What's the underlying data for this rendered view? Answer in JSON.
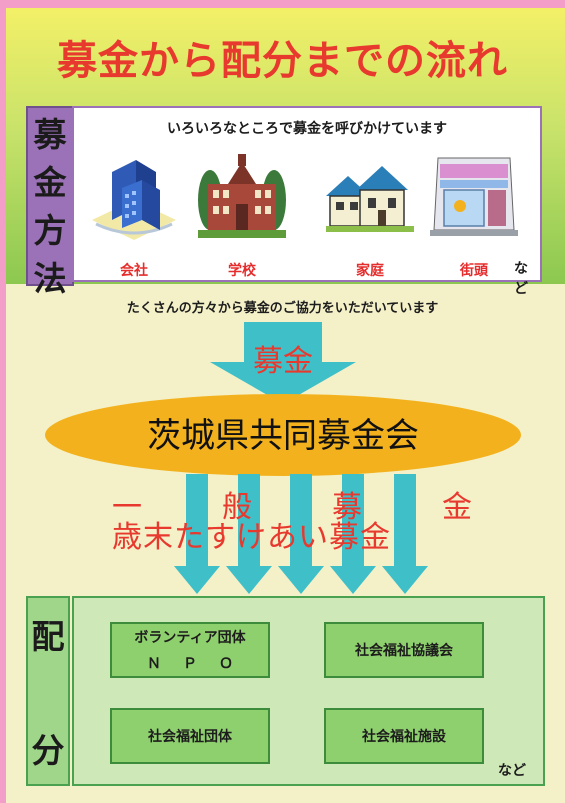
{
  "title": "募金から配分までの流れ",
  "methods": {
    "label_chars": [
      "募",
      "金",
      "方",
      "法"
    ],
    "heading": "いろいろなところで募金を呼びかけています",
    "places": [
      {
        "label": "会社",
        "icon": "office-building-icon"
      },
      {
        "label": "学校",
        "icon": "school-building-icon"
      },
      {
        "label": "家庭",
        "icon": "houses-icon"
      },
      {
        "label": "街頭",
        "icon": "storefront-icon"
      }
    ],
    "etc": "など"
  },
  "thanks": "たくさんの方々から募金のご協力をいただいています",
  "arrow_label": "募金",
  "organization": "茨城県共同募金会",
  "funds": {
    "general_chars": [
      "一",
      "般",
      "募",
      "金"
    ],
    "year_end": "歳末たすけあい募金"
  },
  "distribution": {
    "label_chars": [
      "配",
      "分"
    ],
    "recipients": [
      {
        "line1": "ボランティア団体",
        "line2": "ＮＰＯ"
      },
      {
        "line1": "社会福祉協議会",
        "line2": ""
      },
      {
        "line1": "社会福祉団体",
        "line2": ""
      },
      {
        "line1": "社会福祉施設",
        "line2": ""
      }
    ],
    "etc": "など"
  },
  "colors": {
    "title_red": "#e8392f",
    "purple": "#9b72b8",
    "green": "#8fd06e",
    "orange": "#f3b21d",
    "teal": "#3fbfc8"
  }
}
